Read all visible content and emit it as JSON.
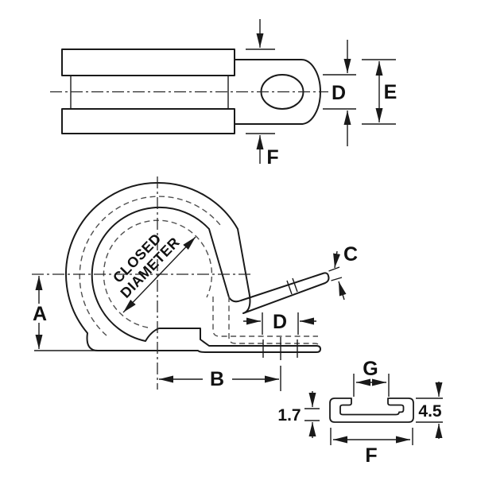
{
  "labels": {
    "A": "A",
    "B": "B",
    "C": "C",
    "D": "D",
    "E": "E",
    "F": "F",
    "G": "G"
  },
  "annotation": {
    "closed_line1": "CLOSED",
    "closed_line2": "DIAMETER"
  },
  "values": {
    "bottom_wall_thickness": "1.7",
    "section_height": "4.5"
  },
  "colors": {
    "line": "#1a1a1a",
    "hidden_line": "#4f4f4f",
    "background": "#ffffff"
  }
}
